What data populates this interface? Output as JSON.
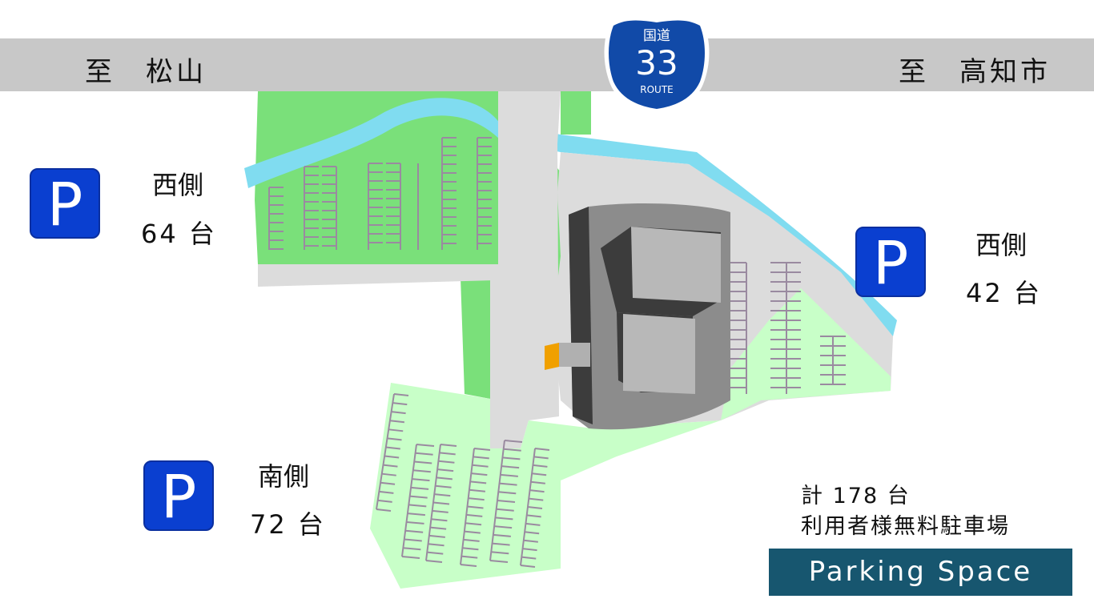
{
  "road": {
    "left_destination": "至　松山",
    "right_destination": "至　高知市",
    "route_shield": {
      "top_text": "国道",
      "number": "33",
      "bottom_text": "ROUTE"
    }
  },
  "parking_areas": [
    {
      "icon": "P",
      "name": "西側",
      "count": "64 台"
    },
    {
      "icon": "P",
      "name": "西側",
      "count": "42 台"
    },
    {
      "icon": "P",
      "name": "南側",
      "count": "72 台"
    }
  ],
  "summary": {
    "total": "計 178 台",
    "note": "利用者様無料駐車場"
  },
  "title": "Parking Space",
  "colors": {
    "road": "#c8c8c8",
    "grass": "#7ae07a",
    "light_grass": "#c8ffc8",
    "river": "#80dcf0",
    "pavement": "#dcdcdc",
    "parking_sign": "#0a3fd0",
    "title_box": "#17566f",
    "entrance": "#f0a000"
  }
}
